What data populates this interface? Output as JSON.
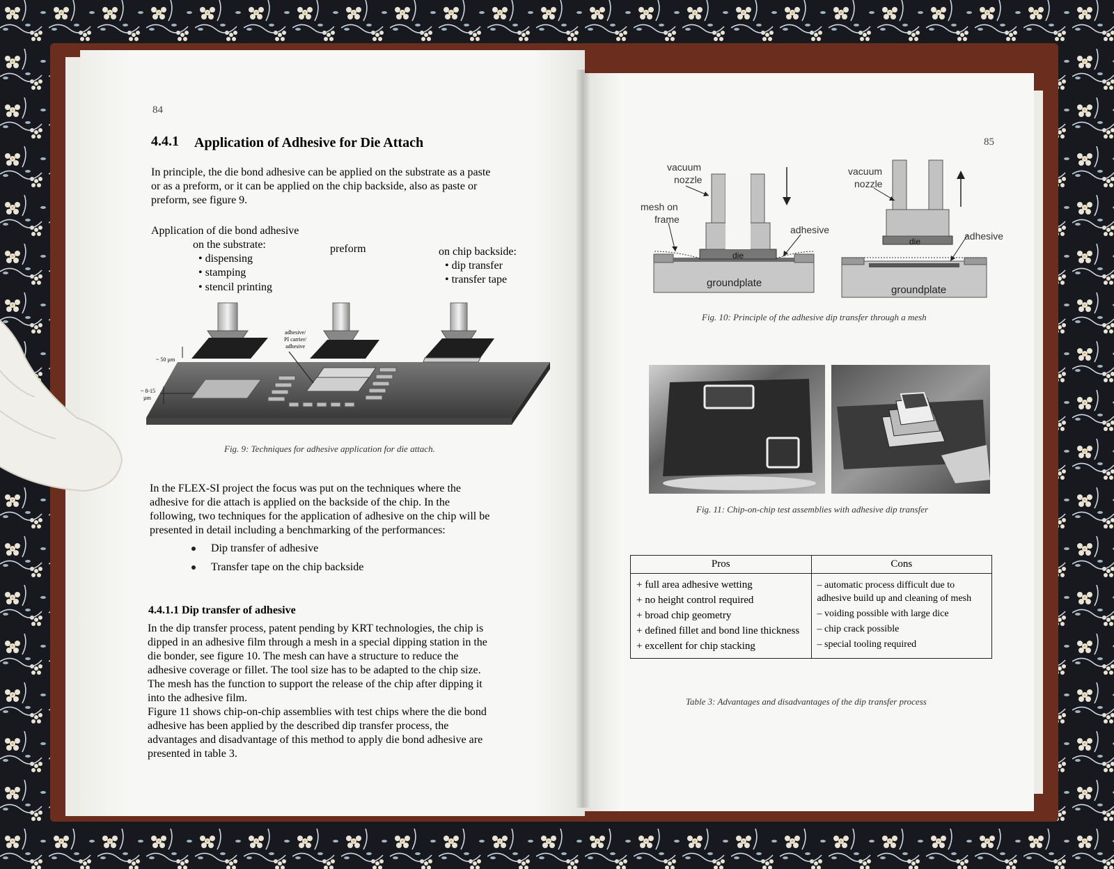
{
  "left_page": {
    "page_number": "84",
    "heading_number": "4.4.1",
    "heading_title": "Application of Adhesive for Die Attach",
    "intro_lines": [
      "In principle, the die bond adhesive can be applied on the substrate as a paste",
      "or as a preform, or it can be applied on the chip backside, also as paste or",
      "preform, see figure 9."
    ],
    "figure9": {
      "title": "Application of die bond adhesive",
      "col1_head": "on the substrate:",
      "col1_items": [
        "• dispensing",
        "• stamping",
        "• stencil printing"
      ],
      "col2_head": "preform",
      "col3_head": "on chip backside:",
      "col3_items": [
        "• dip transfer",
        "• transfer tape"
      ],
      "label_adhesive": [
        "adhesive/",
        "PI carrier/",
        "adhesive"
      ],
      "label_50um": "~ 50 µm",
      "label_815_a": "~ 8-15",
      "label_815_b": "µm",
      "caption": "Fig. 9:  Techniques for adhesive application for die attach."
    },
    "para2_lines": [
      "In the FLEX-SI project the focus was put on the techniques where the",
      "adhesive for die attach is applied on the backside of the chip. In the",
      "following, two techniques for the application of adhesive on the chip will be",
      "presented in detail including a benchmarking of the performances:"
    ],
    "bullets": [
      "Dip transfer of adhesive",
      "Transfer tape on the chip backside"
    ],
    "subheading": "4.4.1.1 Dip transfer of adhesive",
    "para3_lines": [
      "In the dip transfer process, patent pending by KRT technologies, the chip is",
      "dipped in an adhesive film through a mesh in a special dipping station in the",
      "die bonder, see figure 10. The mesh can have a structure to reduce the",
      "adhesive coverage or fillet. The tool size has to be adapted to the chip size.",
      "The mesh has the function to support the release of the chip after dipping it",
      "into the adhesive film.",
      "Figure 11 shows chip-on-chip assemblies with test chips where the die bond",
      "adhesive has been applied by the described dip transfer process, the",
      "advantages and disadvantage of this method to apply die bond adhesive are",
      "presented in table 3."
    ]
  },
  "right_page": {
    "page_number": "85",
    "figure10": {
      "vac1a": "vacuum",
      "vac1b": "nozzle",
      "mesh_a": "mesh on",
      "mesh_b": "frame",
      "adhesive1": "adhesive",
      "die1": "die",
      "groundplate1": "groundplate",
      "vac2a": "vacuum",
      "vac2b": "nozzle",
      "adhesive2": "adhesive",
      "die2": "die",
      "groundplate2": "groundplate",
      "caption": "Fig. 10:  Principle of the adhesive dip transfer through a mesh"
    },
    "figure11_caption": "Fig. 11:  Chip-on-chip test assemblies with adhesive dip transfer",
    "table3": {
      "headers": [
        "Pros",
        "Cons"
      ],
      "pros": [
        "+ full area adhesive wetting",
        "+ no height control required",
        "+ broad chip geometry",
        "+ defined fillet and bond line thickness",
        "+ excellent for chip stacking"
      ],
      "cons": [
        "– automatic process difficult due to adhesive build up and cleaning of mesh",
        "– voiding possible with large dice",
        "– chip crack possible",
        "– special tooling required"
      ],
      "caption": "Table 3:  Advantages and disadvantages of the dip transfer process"
    }
  }
}
